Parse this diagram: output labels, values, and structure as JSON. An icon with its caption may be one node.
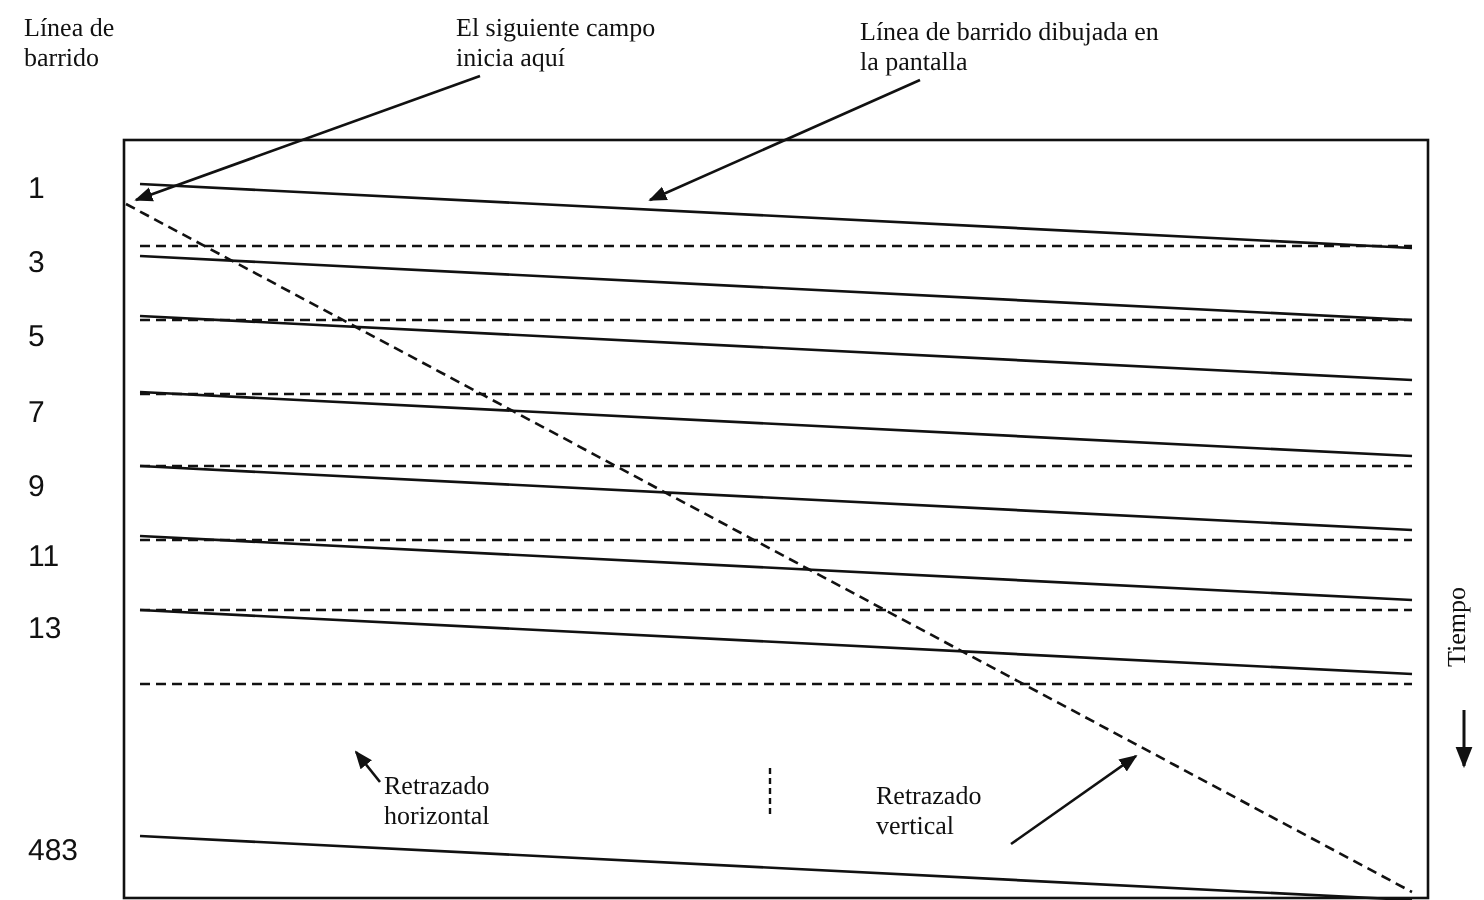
{
  "diagram": {
    "nodes": [
      {
        "text": [
          "El siguiente campo inicia aquí"
        ]
      },
      {
        "text": [
          "Línea de barrido dibujada en la pantalla"
        ]
      },
      {
        "text": [
          "Retrazado horizontal"
        ]
      },
      {
        "text": [
          "Retrazado vertical"
        ]
      }
    ],
    "edges": [
      {
        "from": 0,
        "to": null,
        "arrow": "to"
      },
      {
        "from": 1,
        "to": null,
        "arrow": "to"
      },
      {
        "from": 2,
        "to": null,
        "arrow": "to"
      },
      {
        "from": 3,
        "to": null,
        "arrow": "to"
      }
    ],
    "labels": [
      "Línea de barrido",
      "1",
      "3",
      "5",
      "7",
      "9",
      "11",
      "13",
      "483",
      "Tiempo"
    ]
  }
}
